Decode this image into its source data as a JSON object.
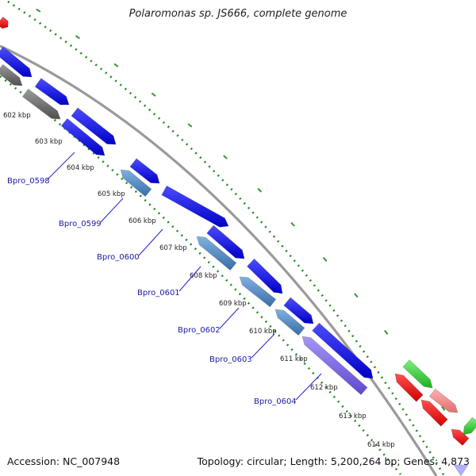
{
  "title": "Polaromonas sp. JS666, complete genome",
  "footer": {
    "accession": "Accession: NC_007948",
    "summary": "Topology: circular; Length: 5,200,264 bp; Genes: 4,873"
  },
  "ticks": [
    {
      "label": "602 kbp",
      "t": 0.03
    },
    {
      "label": "603 kbp",
      "t": 0.085
    },
    {
      "label": "604 kbp",
      "t": 0.142
    },
    {
      "label": "605 kbp",
      "t": 0.2
    },
    {
      "label": "606 kbp",
      "t": 0.258
    },
    {
      "label": "607 kbp",
      "t": 0.315
    },
    {
      "label": "608 kbp",
      "t": 0.373
    },
    {
      "label": "609 kbp",
      "t": 0.43
    },
    {
      "label": "610 kbp",
      "t": 0.488
    },
    {
      "label": "611 kbp",
      "t": 0.545
    },
    {
      "label": "612 kbp",
      "t": 0.602
    },
    {
      "label": "613 kbp",
      "t": 0.66
    },
    {
      "label": "614 kbp",
      "t": 0.717
    }
  ],
  "gene_labels": [
    {
      "label": "Bpro_0598"
    },
    {
      "label": "Bpro_0599"
    },
    {
      "label": "Bpro_0600"
    },
    {
      "label": "Bpro_0601"
    },
    {
      "label": "Bpro_0602"
    },
    {
      "label": "Bpro_0603"
    },
    {
      "label": "Bpro_0604"
    }
  ],
  "colors": {
    "cds_blue": "#0a0af0",
    "cds_steel": "#4a84c4",
    "cds_violet": "#7a66e6",
    "cds_gray": "#6e6e6e",
    "cds_red": "#f01010",
    "cds_pink": "#f08a8a",
    "cds_green": "#2ad42a",
    "backbone": "#9a9a9a",
    "gc_dots": "#1f8a1f"
  }
}
